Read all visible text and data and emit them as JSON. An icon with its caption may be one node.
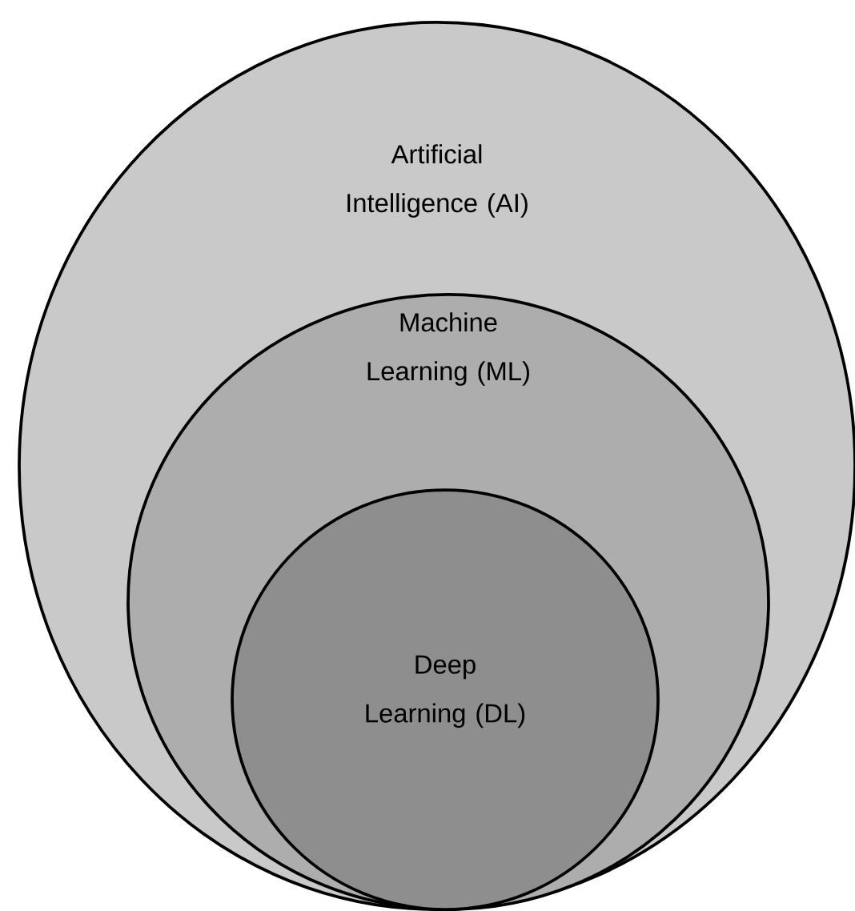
{
  "diagram": {
    "nodes": [
      {
        "text": [
          "Artificial Intelligence (AI)"
        ]
      },
      {
        "text": [
          "Machine Learning (ML)"
        ],
        "in": 0
      },
      {
        "text": [
          "Deep Learning (DL)"
        ],
        "in": 1
      }
    ]
  }
}
